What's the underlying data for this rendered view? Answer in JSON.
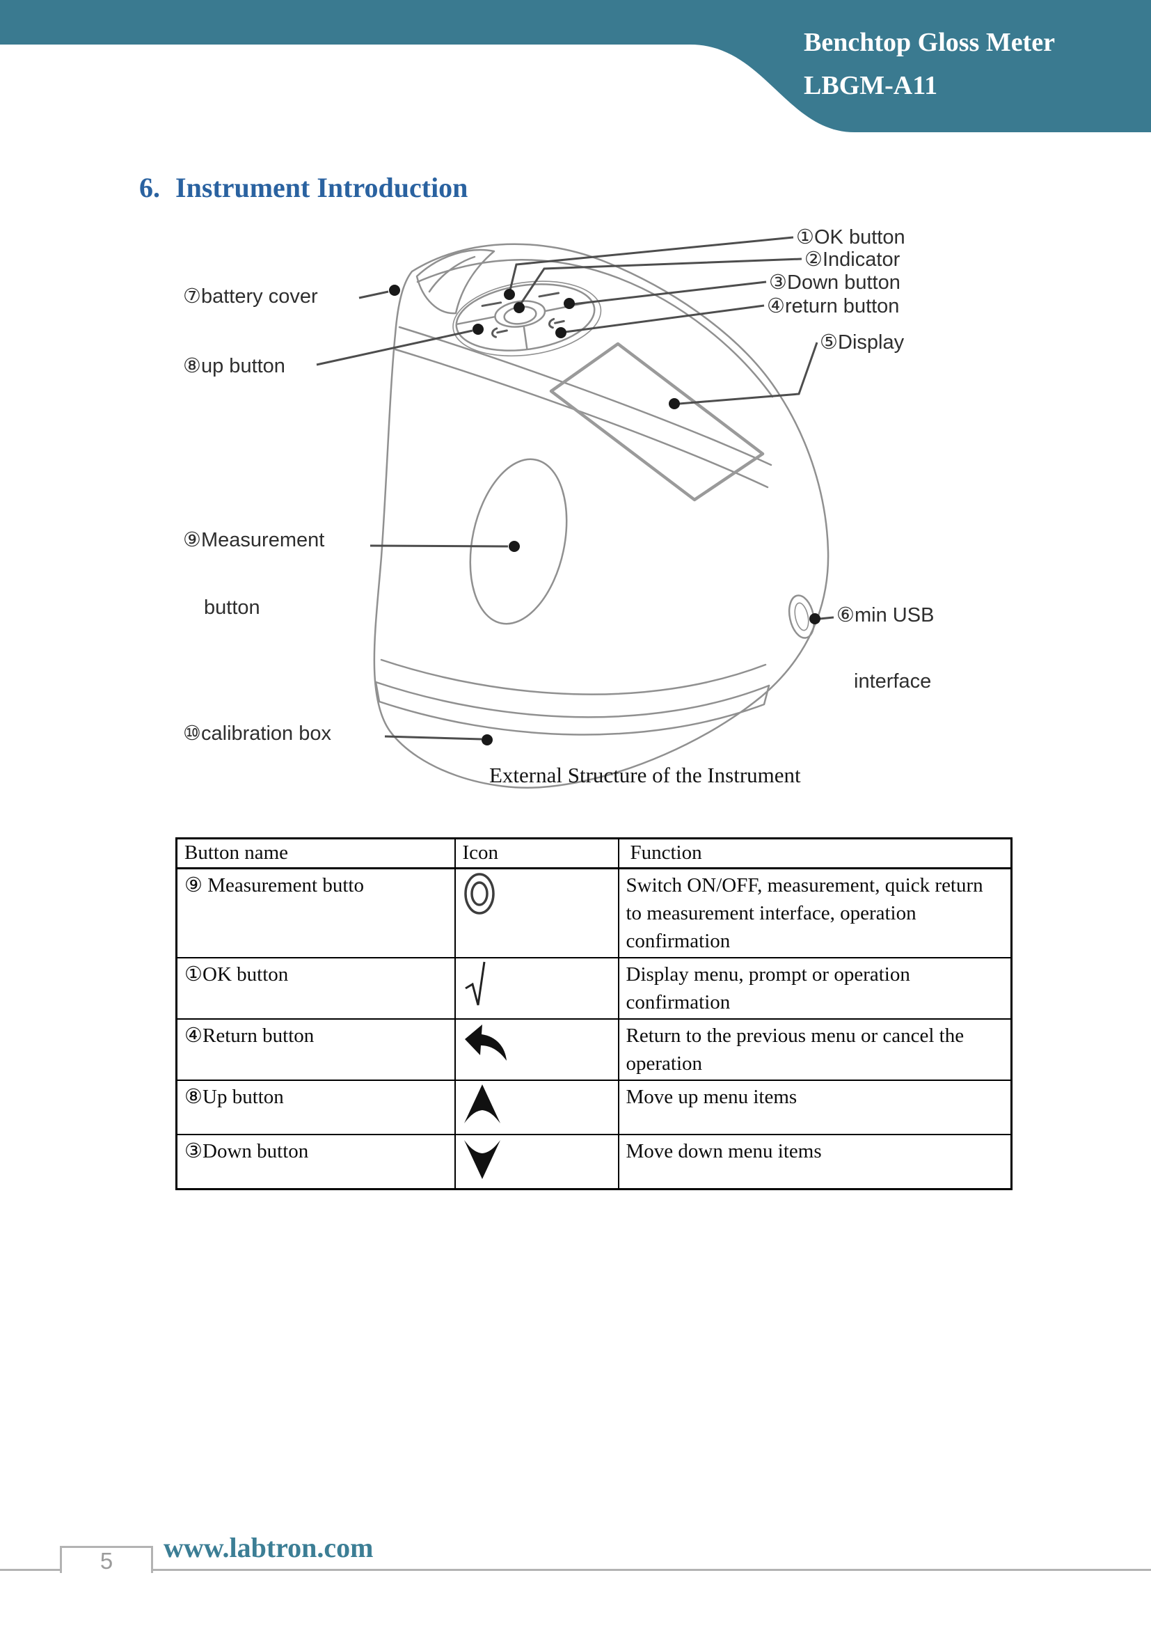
{
  "header": {
    "title_line1": "Benchtop Gloss Meter",
    "title_line2": "LBGM-A11",
    "bg_color": "#3a7a90"
  },
  "section": {
    "number": "6.",
    "title": "Instrument Introduction"
  },
  "diagram": {
    "caption": "External Structure of the Instrument",
    "labels": [
      {
        "text": "⑦battery cover"
      },
      {
        "text": "⑧up button"
      },
      {
        "text": "⑨Measurement"
      },
      {
        "text": "button"
      },
      {
        "text": "⑩calibration box"
      },
      {
        "text": "①OK button"
      },
      {
        "text": "②Indicator"
      },
      {
        "text": "③Down button"
      },
      {
        "text": "④return button"
      },
      {
        "text": "⑤Display"
      },
      {
        "text": "⑥min USB"
      },
      {
        "text": "interface"
      }
    ]
  },
  "table": {
    "headers": [
      "Button name",
      "Icon",
      "Function"
    ],
    "rows": [
      {
        "name": "⑨ Measurement butto",
        "icon": "concentric-circles-icon",
        "function": "Switch ON/OFF, measurement, quick return to measurement interface, operation confirmation"
      },
      {
        "name": "①OK button",
        "icon": "check-radical-icon",
        "function": "Display menu, prompt or operation confirmation"
      },
      {
        "name": "④Return button",
        "icon": "back-arrow-icon",
        "function": "Return to the previous menu or cancel the operation"
      },
      {
        "name": "⑧Up button",
        "icon": "up-arrow-icon",
        "function": "Move up menu items"
      },
      {
        "name": "③Down button",
        "icon": "down-arrow-icon",
        "function": "Move down menu items"
      }
    ]
  },
  "footer": {
    "page_number": "5",
    "website": "www.labtron.com"
  }
}
